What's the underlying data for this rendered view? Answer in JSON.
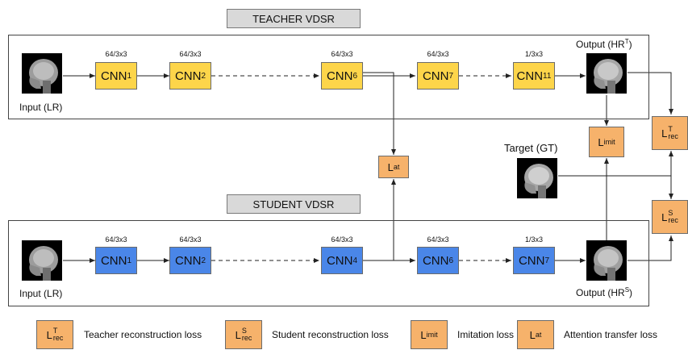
{
  "teacher": {
    "title": "TEACHER VDSR",
    "input_label": "Input (LR)",
    "output_label": "Output (HR",
    "output_sup": "T",
    "blocks": [
      {
        "name": "CNN",
        "sub": "1",
        "spec": "64/3x3"
      },
      {
        "name": "CNN",
        "sub": "2",
        "spec": "64/3x3"
      },
      {
        "name": "CNN",
        "sub": "6",
        "spec": "64/3x3"
      },
      {
        "name": "CNN",
        "sub": "7",
        "spec": "64/3x3"
      },
      {
        "name": "CNN",
        "sub": "11",
        "spec": "1/3x3"
      }
    ]
  },
  "student": {
    "title": "STUDENT VDSR",
    "input_label": "Input (LR)",
    "output_label": "Output (HR",
    "output_sup": "S",
    "blocks": [
      {
        "name": "CNN",
        "sub": "1",
        "spec": "64/3x3"
      },
      {
        "name": "CNN",
        "sub": "2",
        "spec": "64/3x3"
      },
      {
        "name": "CNN",
        "sub": "4",
        "spec": "64/3x3"
      },
      {
        "name": "CNN",
        "sub": "6",
        "spec": "64/3x3"
      },
      {
        "name": "CNN",
        "sub": "7",
        "spec": "1/3x3"
      }
    ]
  },
  "target_label": "Target (GT)",
  "losses": {
    "teacher_rec": {
      "base": "L",
      "sup": "T",
      "sub": "rec"
    },
    "student_rec": {
      "base": "L",
      "sup": "S",
      "sub": "rec"
    },
    "imitation": {
      "base": "L",
      "sub": "imit"
    },
    "attention": {
      "base": "L",
      "sub": "at"
    }
  },
  "legend": [
    {
      "text": "Teacher reconstruction loss"
    },
    {
      "text": "Student reconstruction loss"
    },
    {
      "text": "Imitation loss"
    },
    {
      "text": "Attention transfer loss"
    }
  ],
  "colors": {
    "teacher_block": "#fdd54a",
    "student_block": "#4a86e8",
    "loss_block": "#f6b26b",
    "title_box": "#d9d9d9"
  }
}
